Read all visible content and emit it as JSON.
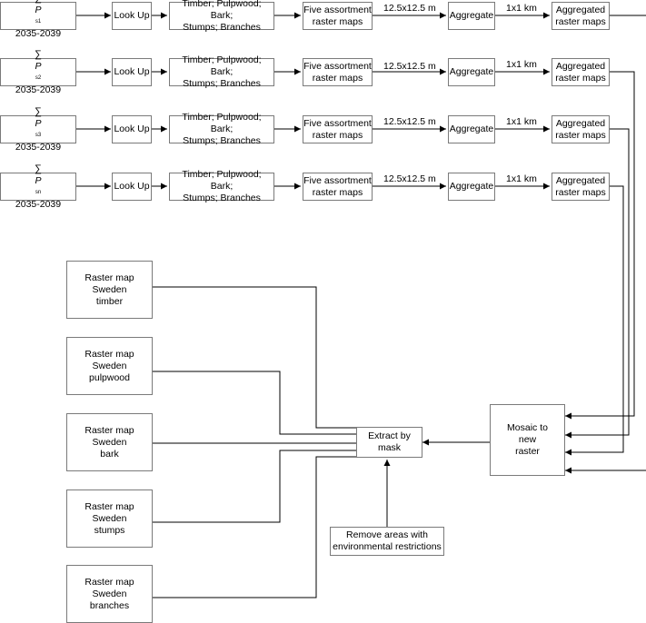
{
  "rows": [
    {
      "period": "2035-2039",
      "index": "s1"
    },
    {
      "period": "2035-2039",
      "index": "s2"
    },
    {
      "period": "2035-2039",
      "index": "s3"
    },
    {
      "period": "2035-2039",
      "index": "sn"
    }
  ],
  "sum_symbol": "∑",
  "p_symbol": "P",
  "lookup_label": "Look Up",
  "assortments_line1": "Timber; Pulpwood; Bark;",
  "assortments_line2": "Stumps; Branches",
  "five_maps_line1": "Five assortment",
  "five_maps_line2": "raster maps",
  "resolution_fine": "12.5x12.5 m",
  "aggregate_label": "Aggregate",
  "resolution_coarse": "1x1 km",
  "aggregated_line1": "Aggregated",
  "aggregated_line2": "raster maps",
  "raster_maps": [
    {
      "line1": "Raster map",
      "line2": "Sweden",
      "line3": "timber"
    },
    {
      "line1": "Raster map",
      "line2": "Sweden",
      "line3": "pulpwood"
    },
    {
      "line1": "Raster map",
      "line2": "Sweden",
      "line3": "bark"
    },
    {
      "line1": "Raster map",
      "line2": "Sweden",
      "line3": "stumps"
    },
    {
      "line1": "Raster map",
      "line2": "Sweden",
      "line3": "branches"
    }
  ],
  "extract_line1": "Extract by",
  "extract_line2": "mask",
  "mosaic_line1": "Mosaic to",
  "mosaic_line2": "new",
  "mosaic_line3": "raster",
  "remove_line1": "Remove areas with",
  "remove_line2": "environmental restrictions"
}
